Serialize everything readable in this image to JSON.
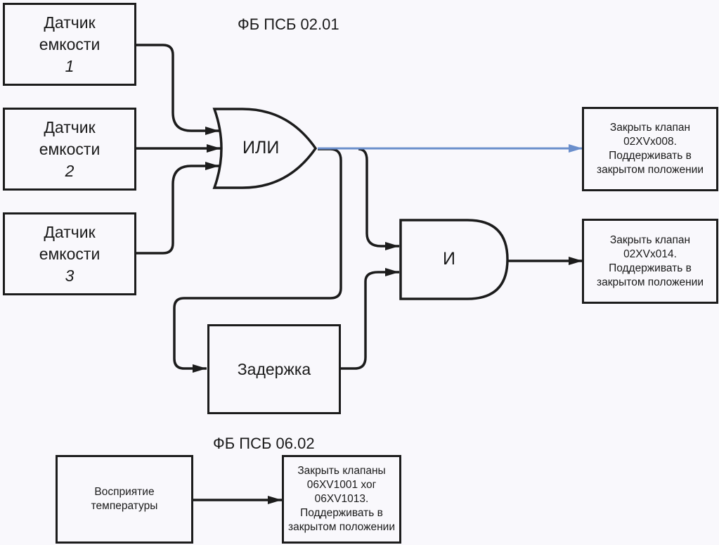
{
  "diagram_1": {
    "title": "ФБ ПСБ 02.01",
    "sensors": [
      {
        "line1": "Датчик",
        "line2": "емкости",
        "num": "1"
      },
      {
        "line1": "Датчик",
        "line2": "емкости",
        "num": "2"
      },
      {
        "line1": "Датчик",
        "line2": "емкости",
        "num": "3"
      }
    ],
    "or_gate": "ИЛИ",
    "and_gate": "И",
    "delay": "Задержка",
    "outputs": [
      "Закрыть клапан\n02XVx008.\nПоддерживать в\nзакрытом положении",
      "Закрыть клапан\n02XVx014.\nПоддерживать в\nзакрытом положении"
    ],
    "highlight_color": "#6b8fcc"
  },
  "diagram_2": {
    "title": "ФБ ПСБ 06.02",
    "input": "Восприятие\nтемпературы",
    "output": "Закрыть клапаны\n06XV1001 хог\n06XV1013.\nПоддерживать в\nзакрытом положении"
  }
}
